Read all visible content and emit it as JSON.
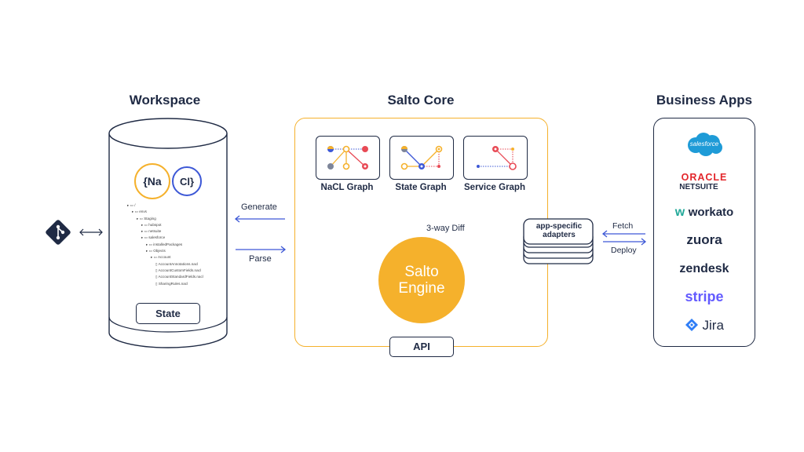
{
  "workspace": {
    "title": "Workspace",
    "nacl_left": "{Na",
    "nacl_right": "Cl}",
    "tree": [
      "/",
      "envs",
      "Staging",
      "hubspot",
      "netsuite",
      "salesforce",
      "installedPackages",
      "Objects",
      "Account",
      "AccountAnnotations.nacl",
      "AccountCustomFields.nacl",
      "AccountStandardFields.nacl",
      "SharingRules.nacl"
    ],
    "state_label": "State"
  },
  "arrows": {
    "generate": "Generate",
    "parse": "Parse",
    "diff": "3-way Diff",
    "fetch": "Fetch",
    "deploy": "Deploy"
  },
  "core": {
    "title": "Salto Core",
    "graphs": [
      "NaCL Graph",
      "State Graph",
      "Service Graph"
    ],
    "engine_line1": "Salto",
    "engine_line2": "Engine",
    "api_label": "API",
    "adapters_line1": "app-specific",
    "adapters_line2": "adapters"
  },
  "business": {
    "title": "Business Apps",
    "apps": {
      "salesforce": "salesforce",
      "oracle": "ORACLE",
      "netsuite": "NETSUITE",
      "workato": "workato",
      "zuora": "zuora",
      "zendesk": "zendesk",
      "stripe": "stripe",
      "jira": "Jira"
    }
  },
  "colors": {
    "navy": "#1f2a44",
    "orange": "#f5b12c",
    "red": "#e84a55",
    "blue": "#3d58d6",
    "salesforce": "#1e9bd7",
    "oracle": "#e3262b",
    "workato": "#23a99a",
    "stripe": "#635bff",
    "jira": "#2f7df6"
  }
}
